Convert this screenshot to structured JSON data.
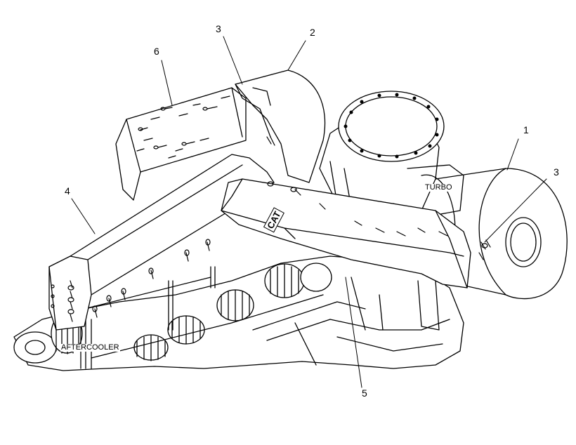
{
  "callouts": [
    {
      "id": "c1",
      "text": "1"
    },
    {
      "id": "c2",
      "text": "2"
    },
    {
      "id": "c3a",
      "text": "3"
    },
    {
      "id": "c3b",
      "text": "3"
    },
    {
      "id": "c4",
      "text": "4"
    },
    {
      "id": "c5",
      "text": "5"
    },
    {
      "id": "c6",
      "text": "6"
    }
  ],
  "component_labels": {
    "turbo": "TURBO",
    "aftercooler": "AFTERCOOLER",
    "cat_logo": "CAT"
  },
  "colors": {
    "line": "#000000",
    "background": "#ffffff"
  }
}
